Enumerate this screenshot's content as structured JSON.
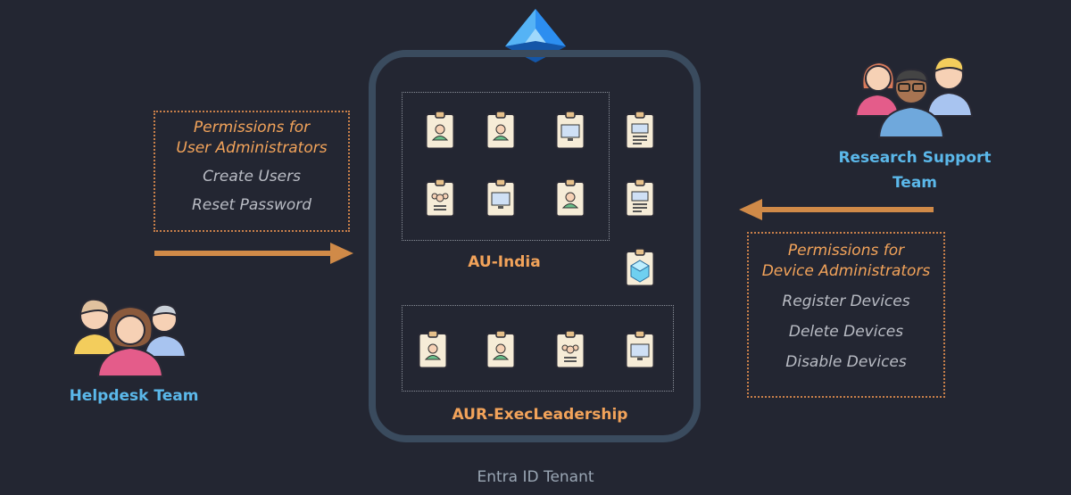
{
  "colors": {
    "background": "#232632",
    "tenant_border": "#3a4b5e",
    "arrow": "#d08a48",
    "orange_text": "#f2a35a",
    "blue_text": "#5bb8ea",
    "gray_text": "#b9bcc4"
  },
  "left_permissions": {
    "title_line1": "Permissions for",
    "title_line2": "User Administrators",
    "items": [
      "Create Users",
      "Reset Password"
    ]
  },
  "right_permissions": {
    "title_line1": "Permissions for",
    "title_line2": "Device Administrators",
    "items": [
      "Register Devices",
      "Delete Devices",
      "Disable Devices"
    ]
  },
  "helpdesk_team": {
    "label": "Helpdesk Team",
    "icon": "people-group-icon"
  },
  "research_team": {
    "label_line1": "Research Support",
    "label_line2": "Team",
    "icon": "people-group-icon"
  },
  "tenant": {
    "label": "Entra ID Tenant",
    "logo_icon": "entra-id-logo-icon",
    "au_india": "AU-India",
    "aur_exec": "AUR-ExecLeadership"
  },
  "cards": {
    "au_india": [
      "user",
      "user",
      "monitor",
      "user-group",
      "monitor",
      "user"
    ],
    "outside": [
      "document",
      "document",
      "device-cube"
    ],
    "aur_exec": [
      "user",
      "user",
      "user-group",
      "monitor"
    ]
  }
}
